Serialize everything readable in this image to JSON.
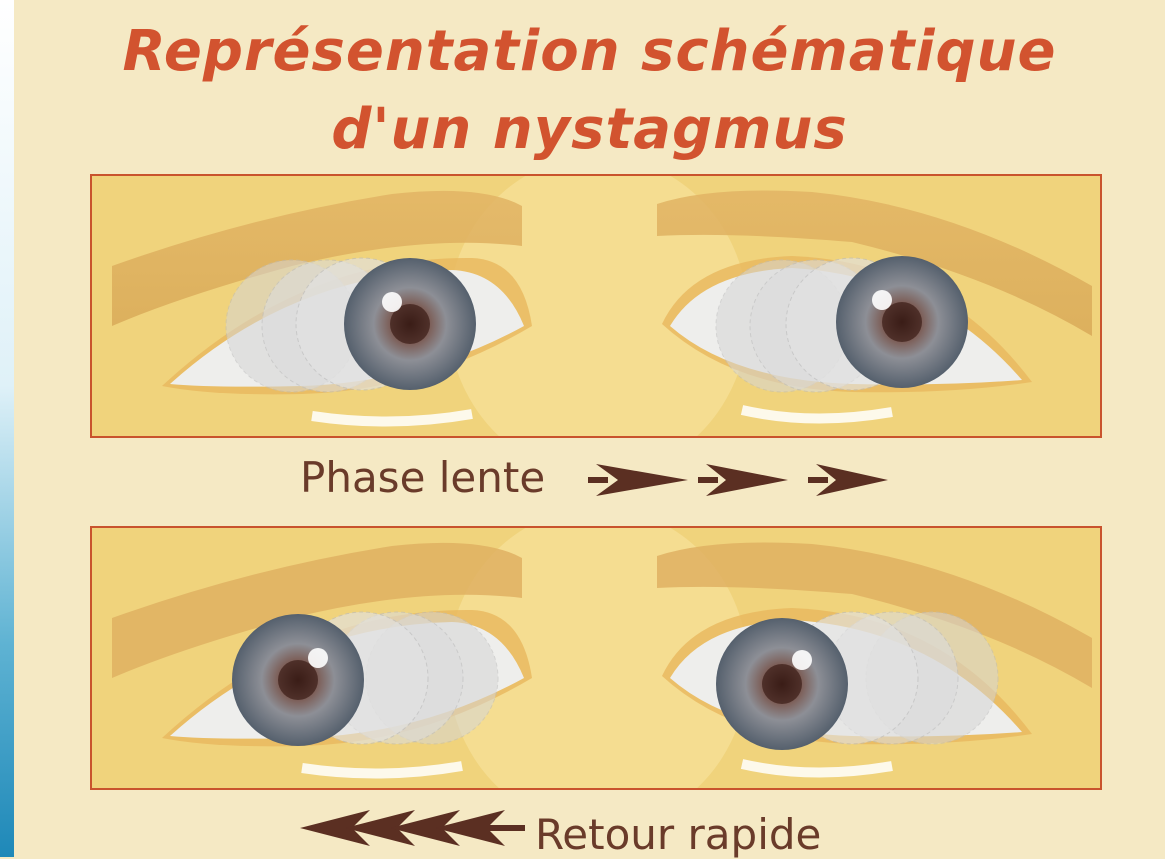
{
  "title": {
    "line1": "Représentation schématique",
    "line2": "d'un nystagmus"
  },
  "panels": [
    {
      "caption": "Phase lente",
      "direction": "right"
    },
    {
      "caption": "Retour rapide",
      "direction": "left"
    }
  ],
  "colors": {
    "title": "#d2532f",
    "frame": "#c9532d",
    "skin": "#f0d37c",
    "iris": "#6f7a86",
    "sclera": "#eeeeec",
    "arrow": "#5b2f22",
    "caption": "#6a3b2a"
  }
}
